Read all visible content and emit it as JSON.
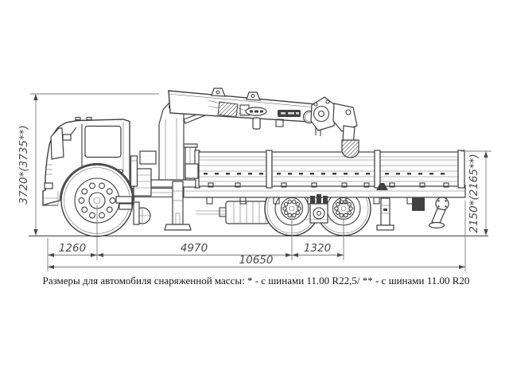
{
  "drawing": {
    "dims": {
      "overall_height": "3720*(3735**)",
      "rear_height": "2150*(2165**)",
      "front_overhang": "1260",
      "wheelbase": "4970",
      "bogie_spacing": "1320",
      "overall_length": "10650"
    },
    "caption": "Размеры для автомобиля снаряженной массы: * - с шинами 11.00 R22,5/ ** - с шинами 11.00 R20",
    "colors": {
      "line": "#3f3f3f",
      "dim_line": "#7d7d7d",
      "text": "#4a4a4a",
      "caption_text": "#141414",
      "background": "#ffffff"
    }
  }
}
